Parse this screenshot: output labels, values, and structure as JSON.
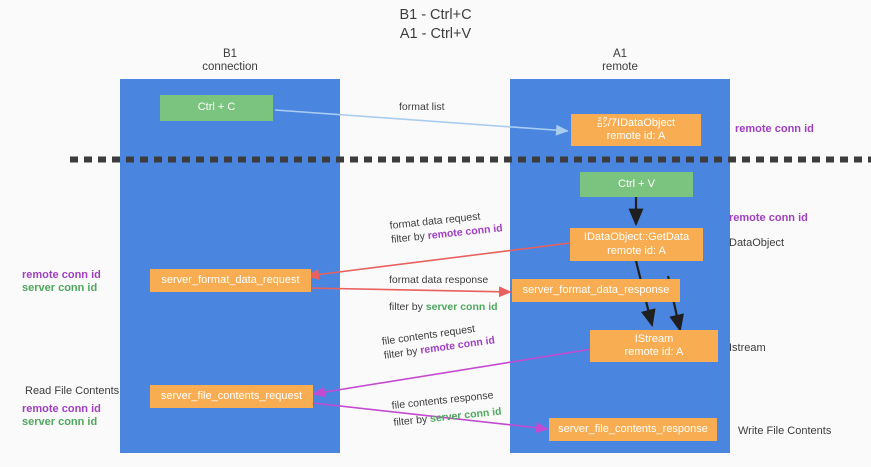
{
  "title": {
    "line1": "B1 - Ctrl+C",
    "line2": "A1 - Ctrl+V"
  },
  "lanes": [
    {
      "name": "B1",
      "subtitle": "connection",
      "title_line1": "B1",
      "title_line2": "connection"
    },
    {
      "name": "A1",
      "subtitle": "remote",
      "title_line1": "A1",
      "title_line2": "remote"
    }
  ],
  "nodes": {
    "ctrl_c": {
      "line1": "Ctrl + C",
      "color": "#7bc47f"
    },
    "idataobject": {
      "line1": "㍈/7IDataObject",
      "line2": "remote id: A",
      "color": "#f9ad52"
    },
    "ctrl_v": {
      "line1": "Ctrl + V",
      "color": "#7bc47f"
    },
    "getdata": {
      "line1": "IDataObject::GetData",
      "line2": "remote id: A",
      "color": "#f9ad52"
    },
    "server_format_data_request": {
      "line1": "server_format_data_request",
      "color": "#f9ad52"
    },
    "server_format_data_response": {
      "line1": "server_format_data_response",
      "color": "#f9ad52"
    },
    "istream": {
      "line1": "IStream",
      "line2": "remote id: A",
      "color": "#f9ad52"
    },
    "server_file_contents_request": {
      "line1": "server_file_contents_request",
      "color": "#f9ad52"
    },
    "server_file_contents_response": {
      "line1": "server_file_contents_response",
      "color": "#f9ad52"
    }
  },
  "edges": {
    "format_list": {
      "label": "format list",
      "color": "#a9cdf0"
    },
    "format_data_request": {
      "line1": "format data request",
      "line2_prefix": "filter by ",
      "line2_hl": "remote conn id",
      "color": "#e8615f"
    },
    "format_data_response": {
      "line1": "format data response",
      "line2_prefix": "filter by ",
      "line2_hl": "server conn id",
      "color": "#e8615f"
    },
    "file_contents_request": {
      "line1": "file contents request",
      "line2_prefix": "filter by ",
      "line2_hl": "remote conn id",
      "color": "#c44ad0"
    },
    "file_contents_response": {
      "line1": "file contents response",
      "line2_prefix": "filter by ",
      "line2_hl": "server conn id",
      "color": "#c44ad0"
    }
  },
  "annotations": {
    "right_top_remote_conn_id": "remote conn id",
    "right_mid_remote_conn_id": "remote conn id",
    "right_dataobject": "DataObject",
    "right_istream": "Istream",
    "right_write_file_contents": "Write File Contents",
    "left_remote_conn_id": "remote conn id",
    "left_server_conn_id": "server conn id",
    "left_read_file_contents": "Read File Contents",
    "left_bottom_remote_conn_id": "remote conn id",
    "left_bottom_server_conn_id": "server conn id"
  },
  "colors": {
    "lane": "#4a86e0",
    "green_box": "#7bc47f",
    "orange_box": "#f9ad52",
    "background": "#fafafa",
    "dashed": "#3c3c3c",
    "purple_text": "#a13fc4",
    "green_text": "#4da85c",
    "red_arrow": "#e8615f",
    "magenta_arrow": "#c44ad0",
    "blue_arrow": "#a9cdf0",
    "black_arrow": "#1f1f1f"
  }
}
